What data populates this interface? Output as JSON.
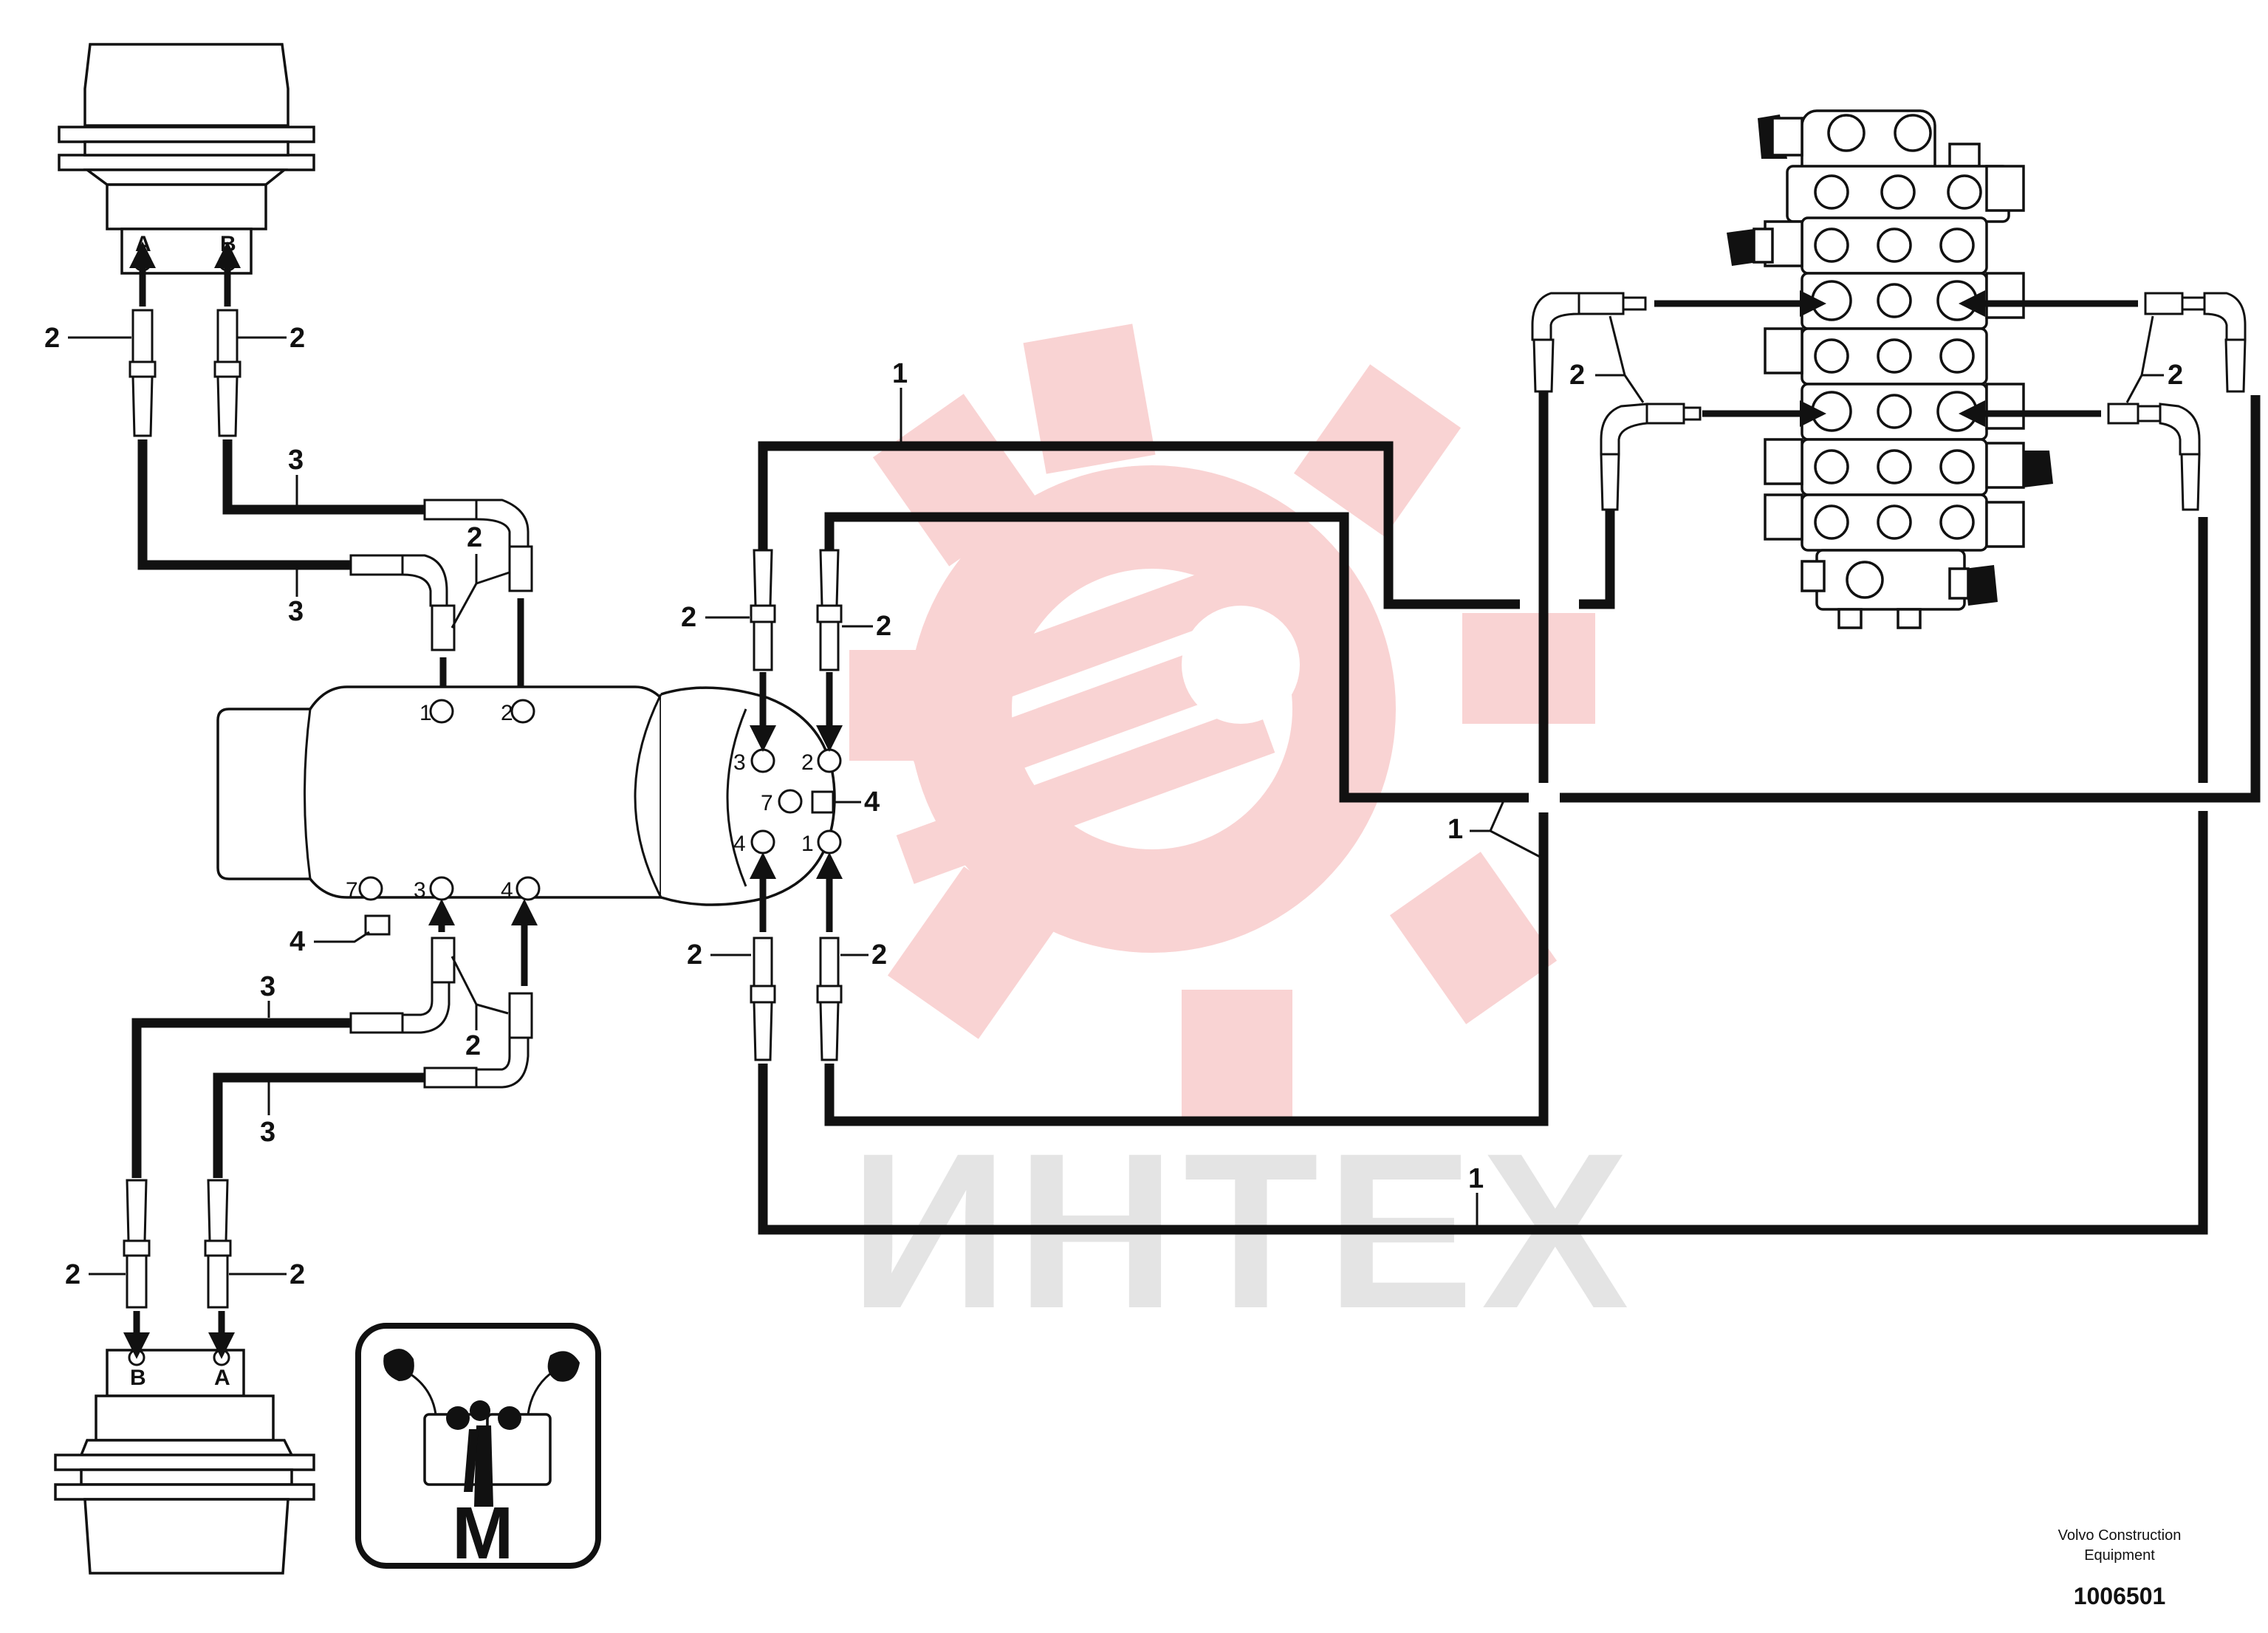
{
  "watermark": {
    "text": "ИНТЕХ",
    "color": "#f4c4c4"
  },
  "callouts": {
    "hose_1": "1",
    "fitting_2": "2",
    "hose_3": "3",
    "plug_4": "4"
  },
  "motors": {
    "top_port_a": "A",
    "top_port_b": "B",
    "bottom_port_b": "B",
    "bottom_port_a": "A"
  },
  "swivel_ports": {
    "p1": "1",
    "p2": "2",
    "p3": "3",
    "p4": "4",
    "p7": "7"
  },
  "inset": {
    "letter": "M"
  },
  "footer": {
    "company_line1": "Volvo Construction",
    "company_line2": "Equipment",
    "drawing_number": "1006501"
  }
}
